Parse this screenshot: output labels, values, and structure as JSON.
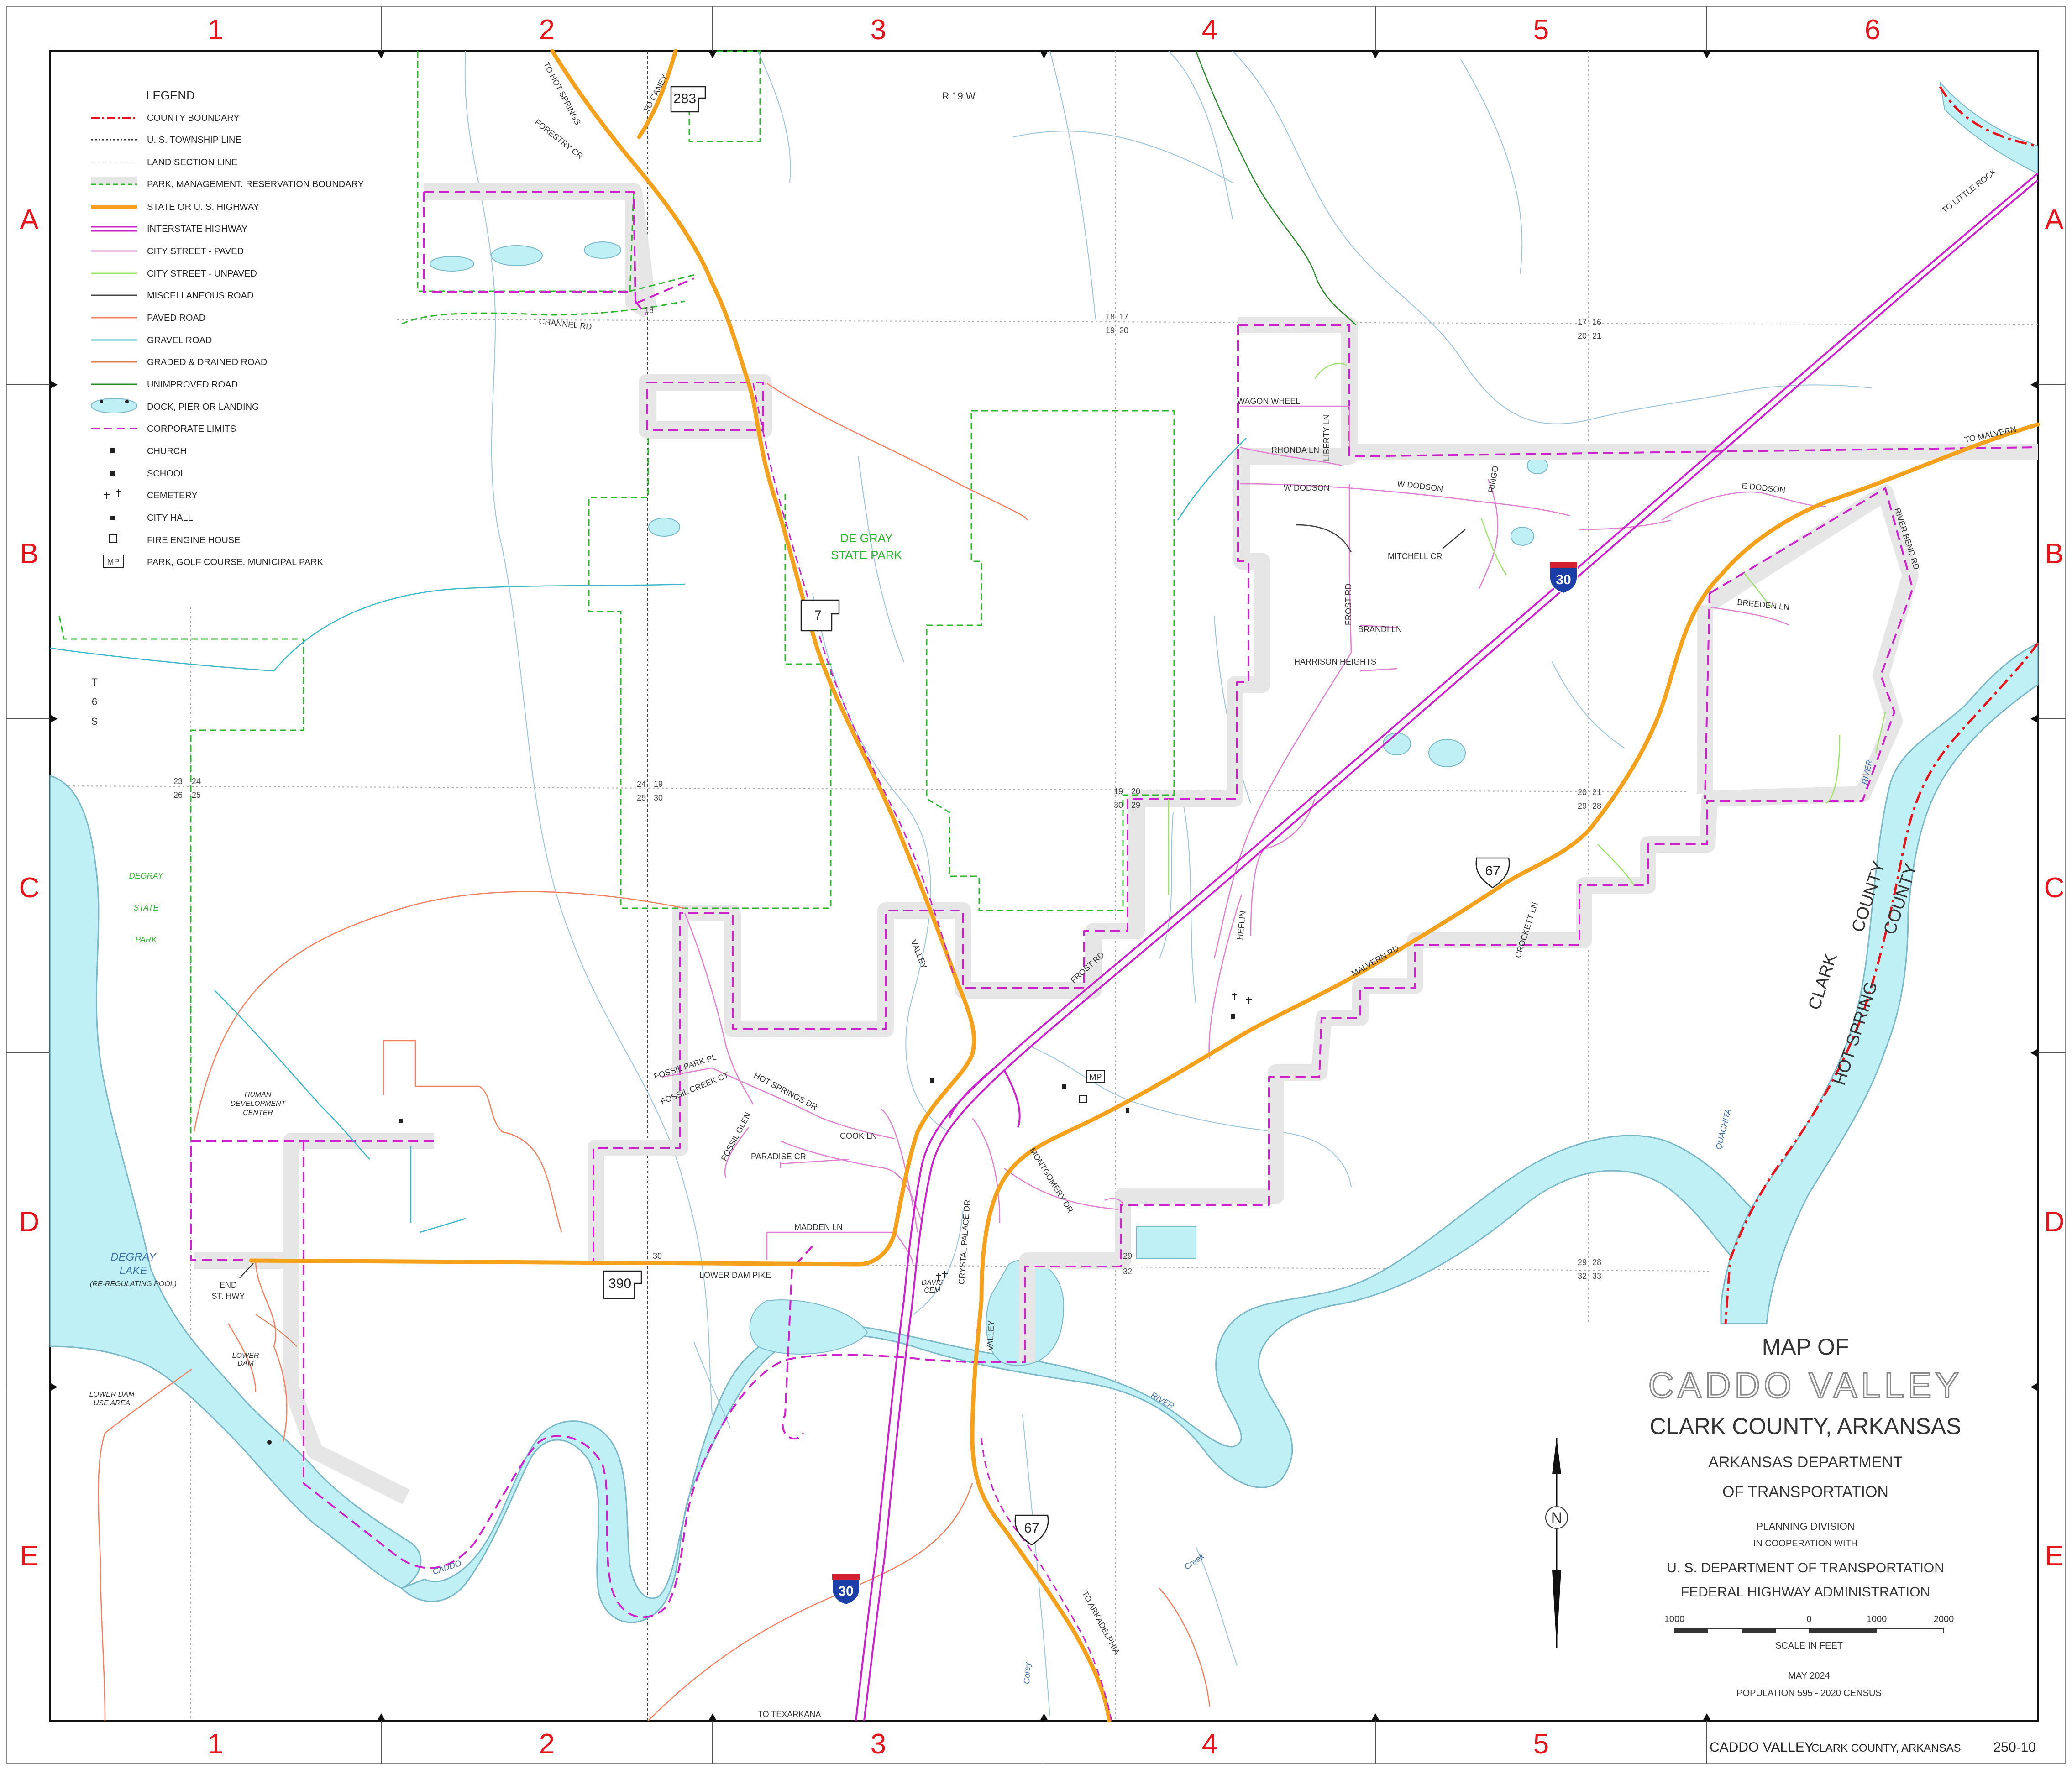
{
  "map_title": {
    "prefix": "MAP OF",
    "city": "CADDO VALLEY",
    "county_state": "CLARK COUNTY, ARKANSAS",
    "agency_line1": "ARKANSAS DEPARTMENT",
    "agency_line2": "OF TRANSPORTATION",
    "division": "PLANNING DIVISION",
    "cooperation": "IN COOPERATION WITH",
    "federal_line1": "U. S. DEPARTMENT OF TRANSPORTATION",
    "federal_line2": "FEDERAL HIGHWAY ADMINISTRATION",
    "scale_ticks": [
      "1000",
      "0",
      "1000",
      "2000"
    ],
    "scale_caption": "SCALE IN FEET",
    "date": "MAY 2024",
    "population": "POPULATION 595 - 2020 CENSUS",
    "north": "N"
  },
  "footer": {
    "city": "CADDO VALLEY",
    "county": "CLARK COUNTY, ARKANSAS",
    "sheet": "250-10"
  },
  "grid": {
    "columns": [
      "1",
      "2",
      "3",
      "4",
      "5",
      "6"
    ],
    "rows": [
      "A",
      "B",
      "C",
      "D",
      "E"
    ]
  },
  "legend": {
    "title": "LEGEND",
    "items": [
      {
        "label": "COUNTY BOUNDARY",
        "color": "#e8141c"
      },
      {
        "label": "U. S. TOWNSHIP LINE",
        "color": "#333333"
      },
      {
        "label": "LAND SECTION LINE",
        "color": "#888888"
      },
      {
        "label": "PARK, MANAGEMENT, RESERVATION BOUNDARY",
        "color": "#2db52d"
      },
      {
        "label": "STATE OR U. S. HIGHWAY",
        "color": "#f5a11c"
      },
      {
        "label": "INTERSTATE HIGHWAY",
        "color": "#cc22cc"
      },
      {
        "label": "CITY STREET - PAVED",
        "color": "#e07fd0"
      },
      {
        "label": "CITY STREET - UNPAVED",
        "color": "#9be36a"
      },
      {
        "label": "MISCELLANEOUS ROAD",
        "color": "#444444"
      },
      {
        "label": "PAVED ROAD",
        "color": "#f08060"
      },
      {
        "label": "GRAVEL ROAD",
        "color": "#3bb8c8"
      },
      {
        "label": "GRADED & DRAINED ROAD",
        "color": "#e07a50"
      },
      {
        "label": "UNIMPROVED ROAD",
        "color": "#2a8a2a"
      },
      {
        "label": "DOCK, PIER OR LANDING",
        "color": "#333333"
      },
      {
        "label": "CORPORATE LIMITS",
        "color": "#cc22cc"
      },
      {
        "label": "CHURCH",
        "color": "#222222"
      },
      {
        "label": "SCHOOL",
        "color": "#222222"
      },
      {
        "label": "CEMETERY",
        "color": "#222222"
      },
      {
        "label": "CITY HALL",
        "color": "#222222"
      },
      {
        "label": "FIRE ENGINE HOUSE",
        "color": "#222222"
      },
      {
        "label": "PARK, GOLF COURSE, MUNICIPAL PARK",
        "color": "#222222"
      }
    ],
    "park_badge": "MP"
  },
  "colors": {
    "water": "#bff0f5",
    "water_stroke": "#7ab8c8",
    "stream": "#9cc4dc",
    "grid_label": "#e8141c",
    "corporate_band": "#e6e6e6"
  },
  "labels": {
    "range": "R 19 W",
    "township_t": "T",
    "township_6": "6",
    "township_s": "S",
    "park_name_1": "DE GRAY",
    "park_name_2": "STATE PARK",
    "degray_1": "DEGRAY",
    "degray_2": "STATE",
    "degray_3": "PARK",
    "lake_1": "DEGRAY",
    "lake_2": "LAKE",
    "lake_3": "(RE-REGULATING POOL)",
    "human_1": "HUMAN",
    "human_2": "DEVELOPMENT",
    "human_3": "CENTER",
    "end_hwy_1": "END",
    "end_hwy_2": "ST. HWY",
    "lower_dam_1": "LOWER",
    "lower_dam_2": "DAM",
    "dam_use_1": "LOWER DAM",
    "dam_use_2": "USE AREA",
    "davis_1": "DAVIS",
    "davis_2": "CEM",
    "to_hot_springs": "TO HOT SPRINGS",
    "to_caney": "TO CANEY",
    "forestry": "FORESTRY CR",
    "channel_rd": "CHANNEL RD",
    "to_little_rock": "TO LITTLE ROCK",
    "to_malvern": "TO MALVERN",
    "wagon_wheel": "WAGON WHEEL",
    "liberty": "LIBERTY LN",
    "rhonda": "RHONDA LN",
    "w_dodson_1": "W DODSON",
    "w_dodson_2": "W DODSON",
    "ringo": "RINGO",
    "e_dodson": "E DODSON",
    "river_bend": "RIVER BEND RD",
    "mitchell": "MITCHELL CR",
    "frost_rd": "FROST RD",
    "brandi": "BRANDI LN",
    "harrison": "HARRISON HEIGHTS",
    "breeden": "BREEDEN LN",
    "heflin": "HEFLIN",
    "frost_rd_2": "FROST RD",
    "valley_1": "VALLEY",
    "valley_2": "VALLEY",
    "malvern_rd": "MALVERN RD",
    "crockett": "CROCKETT LN",
    "fossil_park": "FOSSIL PARK PL",
    "fossil_creek": "FOSSIL CREEK CT",
    "fossil_glen": "FOSSIL GLEN",
    "hot_springs_dr": "HOT SPRINGS DR",
    "cook": "COOK LN",
    "paradise": "PARADISE CR",
    "madden": "MADDEN LN",
    "crystal": "CRYSTAL PALACE DR",
    "montgomery": "MONTGOMERY DR",
    "lower_dam_pike": "LOWER DAM PIKE",
    "river_label": "RIVER",
    "quachita": "QUACHITA",
    "caddo": "CADDO",
    "to_texarkana": "TO TEXARKANA",
    "to_arkadelphia": "TO ARKADELPHIA",
    "creek": "Creek",
    "corey": "Corey",
    "river_east": "RIVER",
    "clark": "CLARK",
    "county_1": "COUNTY",
    "hot_spring": "HOT SPRING",
    "county_2": "COUNTY"
  },
  "sections": {
    "s1": [
      "18",
      "17",
      "19",
      "20"
    ],
    "s2": [
      "17",
      "16",
      "20",
      "21"
    ],
    "s3": [
      "23",
      "24",
      "26",
      "25"
    ],
    "s4": [
      "24",
      "19",
      "25",
      "30"
    ],
    "s5": [
      "19",
      "20",
      "30",
      "29"
    ],
    "s6": [
      "20",
      "21",
      "29",
      "28"
    ],
    "s7": [
      "29",
      "28",
      "32",
      "33"
    ],
    "s_18": "18",
    "s_30": "30",
    "s_29_32": [
      "29",
      "32"
    ]
  },
  "shields": {
    "ar283": "283",
    "ar7": "7",
    "ar390": "390",
    "us67_a": "67",
    "us67_b": "67",
    "i30_a": "30",
    "i30_b": "30"
  }
}
